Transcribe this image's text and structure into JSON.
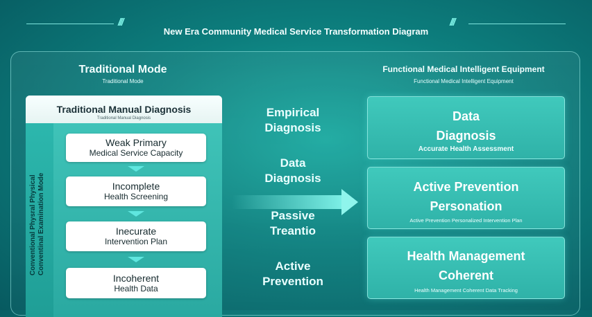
{
  "header": {
    "title": "New Era Community Medical Service Transformation Diagram"
  },
  "left_section": {
    "title": "Traditional Mode",
    "subtitle": "Traditional Mode",
    "panel_title": "Traditional Manual Diagnosis",
    "panel_subtitle": "Traditional Manual Diagnosis",
    "side_label_line1": "Conventional Physral Physical",
    "side_label_line2": "Conventinal Examination Mode",
    "boxes": [
      {
        "line1": "Weak Primary",
        "line2": "Medical Service Capacity"
      },
      {
        "line1": "Incomplete",
        "line2": "Health Screening"
      },
      {
        "line1": "Inecurate",
        "line2": "Intervention Plan"
      },
      {
        "line1": "Incoherent",
        "line2": "Health Data"
      }
    ]
  },
  "middle_labels": [
    {
      "line1": "Empirical",
      "line2": "Diagnosis"
    },
    {
      "line1": "Data",
      "line2": "Diagnosis"
    },
    {
      "line1": "Passive",
      "line2": "Treantio"
    },
    {
      "line1": "Active",
      "line2": "Prevention"
    }
  ],
  "right_section": {
    "title": "Functional Medical Intelligent Equipment",
    "subtitle": "Functional Medical Intelligent Equipment",
    "cards": [
      {
        "line1": "Data",
        "line2": "Diagnosis",
        "caption": "Accurate Health Assessment"
      },
      {
        "line1": "Active Prevention",
        "line2": "Personation",
        "caption": "Active Prevention Personalized Intervention Plan"
      },
      {
        "line1": "Health Management",
        "line2": "Coherent",
        "caption": "Health Management Coherent Data Tracking"
      }
    ]
  },
  "colors": {
    "background": "#0d7f7e",
    "accent": "#8ff5ec",
    "card": "#3bc0b5"
  }
}
